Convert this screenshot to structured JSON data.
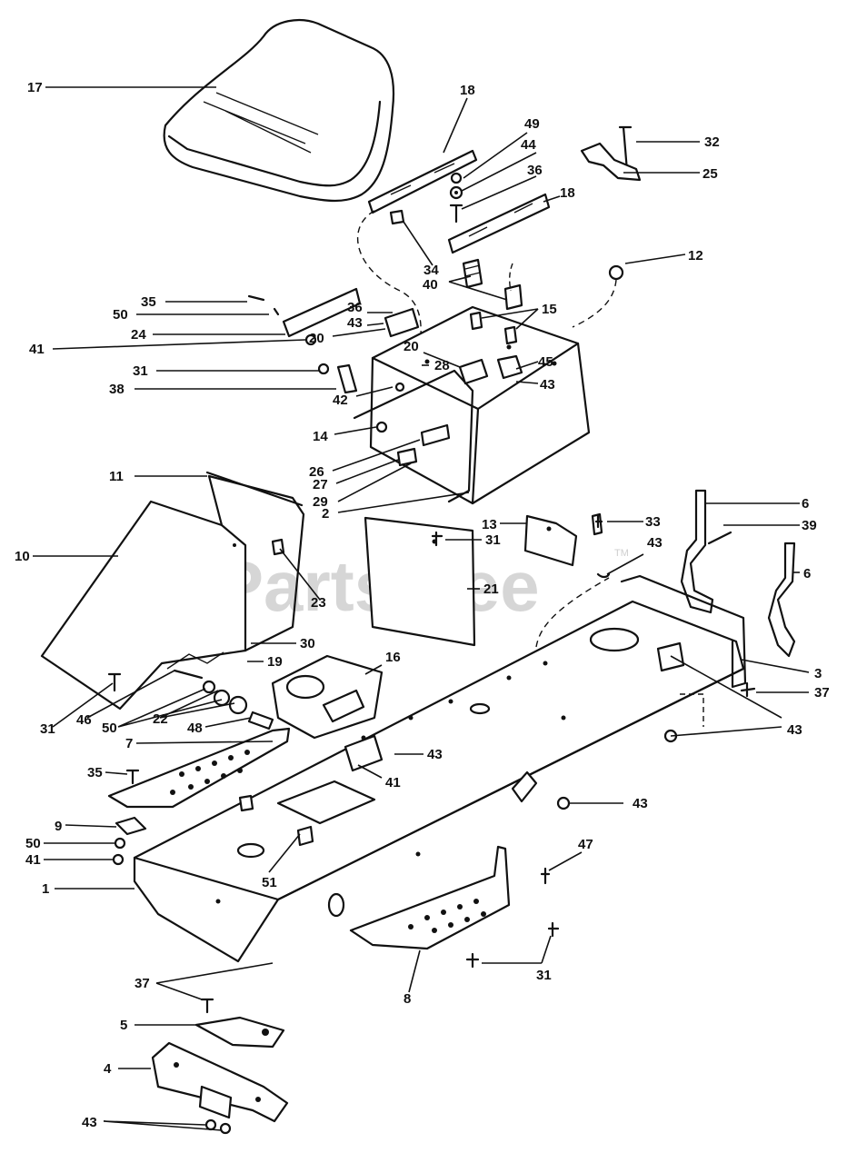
{
  "watermark": "PartsTree",
  "watermark_tm": "TM",
  "callouts": [
    {
      "id": "17",
      "text": "17"
    },
    {
      "id": "18a",
      "text": "18"
    },
    {
      "id": "49",
      "text": "49"
    },
    {
      "id": "44",
      "text": "44"
    },
    {
      "id": "36a",
      "text": "36"
    },
    {
      "id": "18b",
      "text": "18"
    },
    {
      "id": "32",
      "text": "32"
    },
    {
      "id": "25",
      "text": "25"
    },
    {
      "id": "34",
      "text": "34"
    },
    {
      "id": "40",
      "text": "40"
    },
    {
      "id": "12",
      "text": "12"
    },
    {
      "id": "35a",
      "text": "35"
    },
    {
      "id": "50a",
      "text": "50"
    },
    {
      "id": "36b",
      "text": "36"
    },
    {
      "id": "43a",
      "text": "43"
    },
    {
      "id": "24",
      "text": "24"
    },
    {
      "id": "20a",
      "text": "20"
    },
    {
      "id": "15",
      "text": "15"
    },
    {
      "id": "41a",
      "text": "41"
    },
    {
      "id": "20b",
      "text": "20"
    },
    {
      "id": "28",
      "text": "28"
    },
    {
      "id": "45",
      "text": "45"
    },
    {
      "id": "31a",
      "text": "31"
    },
    {
      "id": "43b",
      "text": "43"
    },
    {
      "id": "38",
      "text": "38"
    },
    {
      "id": "42",
      "text": "42"
    },
    {
      "id": "14",
      "text": "14"
    },
    {
      "id": "26",
      "text": "26"
    },
    {
      "id": "27",
      "text": "27"
    },
    {
      "id": "11",
      "text": "11"
    },
    {
      "id": "29",
      "text": "29"
    },
    {
      "id": "2",
      "text": "2"
    },
    {
      "id": "6a",
      "text": "6"
    },
    {
      "id": "10",
      "text": "10"
    },
    {
      "id": "13",
      "text": "13"
    },
    {
      "id": "33",
      "text": "33"
    },
    {
      "id": "39",
      "text": "39"
    },
    {
      "id": "31b",
      "text": "31"
    },
    {
      "id": "43c",
      "text": "43"
    },
    {
      "id": "6b",
      "text": "6"
    },
    {
      "id": "21",
      "text": "21"
    },
    {
      "id": "23",
      "text": "23"
    },
    {
      "id": "30",
      "text": "30"
    },
    {
      "id": "19",
      "text": "19"
    },
    {
      "id": "16",
      "text": "16"
    },
    {
      "id": "3",
      "text": "3"
    },
    {
      "id": "37a",
      "text": "37"
    },
    {
      "id": "31c",
      "text": "31"
    },
    {
      "id": "46",
      "text": "46"
    },
    {
      "id": "50b",
      "text": "50"
    },
    {
      "id": "22",
      "text": "22"
    },
    {
      "id": "48",
      "text": "48"
    },
    {
      "id": "43d",
      "text": "43"
    },
    {
      "id": "7",
      "text": "7"
    },
    {
      "id": "43e",
      "text": "43"
    },
    {
      "id": "35b",
      "text": "35"
    },
    {
      "id": "41b",
      "text": "41"
    },
    {
      "id": "43f",
      "text": "43"
    },
    {
      "id": "9",
      "text": "9"
    },
    {
      "id": "50c",
      "text": "50"
    },
    {
      "id": "47",
      "text": "47"
    },
    {
      "id": "41c",
      "text": "41"
    },
    {
      "id": "51",
      "text": "51"
    },
    {
      "id": "1",
      "text": "1"
    },
    {
      "id": "31d",
      "text": "31"
    },
    {
      "id": "37b",
      "text": "37"
    },
    {
      "id": "8",
      "text": "8"
    },
    {
      "id": "5",
      "text": "5"
    },
    {
      "id": "4",
      "text": "4"
    },
    {
      "id": "43g",
      "text": "43"
    }
  ]
}
